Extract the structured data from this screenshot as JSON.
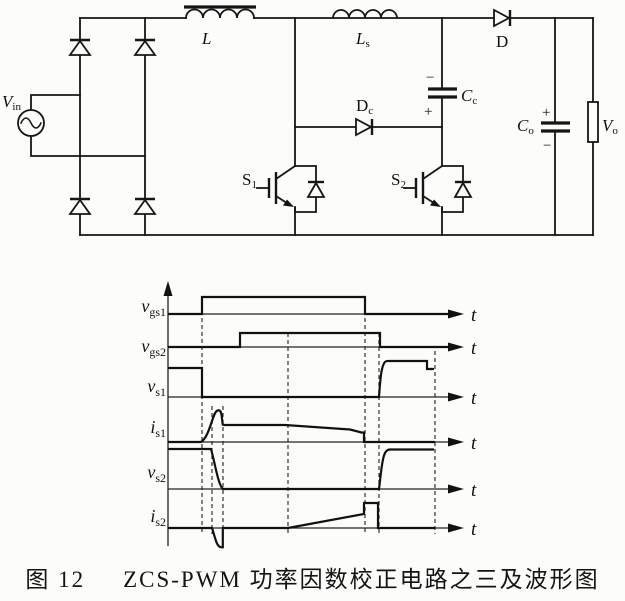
{
  "figure": {
    "caption_fig": "图 12",
    "caption_text": "ZCS-PWM 功率因数校正电路之三及波形图"
  },
  "circuit": {
    "labels": {
      "vin": {
        "main": "V",
        "sub": "in"
      },
      "l": {
        "main": "L",
        "sub": ""
      },
      "ls": {
        "main": "L",
        "sub": "s"
      },
      "d": {
        "main": "D",
        "sub": ""
      },
      "dc": {
        "main": "D",
        "sub": "c"
      },
      "cc": {
        "main": "C",
        "sub": "c"
      },
      "cc_minus": "−",
      "cc_plus": "+",
      "co": {
        "main": "C",
        "sub": "o"
      },
      "co_plus": "+",
      "co_minus": "−",
      "vo": {
        "main": "V",
        "sub": "o"
      },
      "s1": {
        "main": "S",
        "sub": "1"
      },
      "s2": {
        "main": "S",
        "sub": "2"
      }
    }
  },
  "waveforms": {
    "rows": [
      {
        "signal": "v",
        "sub": "gs1",
        "axis": "t"
      },
      {
        "signal": "v",
        "sub": "gs2",
        "axis": "t"
      },
      {
        "signal": "v",
        "sub": "s1",
        "axis": "t"
      },
      {
        "signal": "i",
        "sub": "s1",
        "axis": "t"
      },
      {
        "signal": "v",
        "sub": "s2",
        "axis": "t"
      },
      {
        "signal": "i",
        "sub": "s2",
        "axis": "t"
      }
    ]
  },
  "colors": {
    "ink": "#161616",
    "paper": "#fcfcfa"
  }
}
